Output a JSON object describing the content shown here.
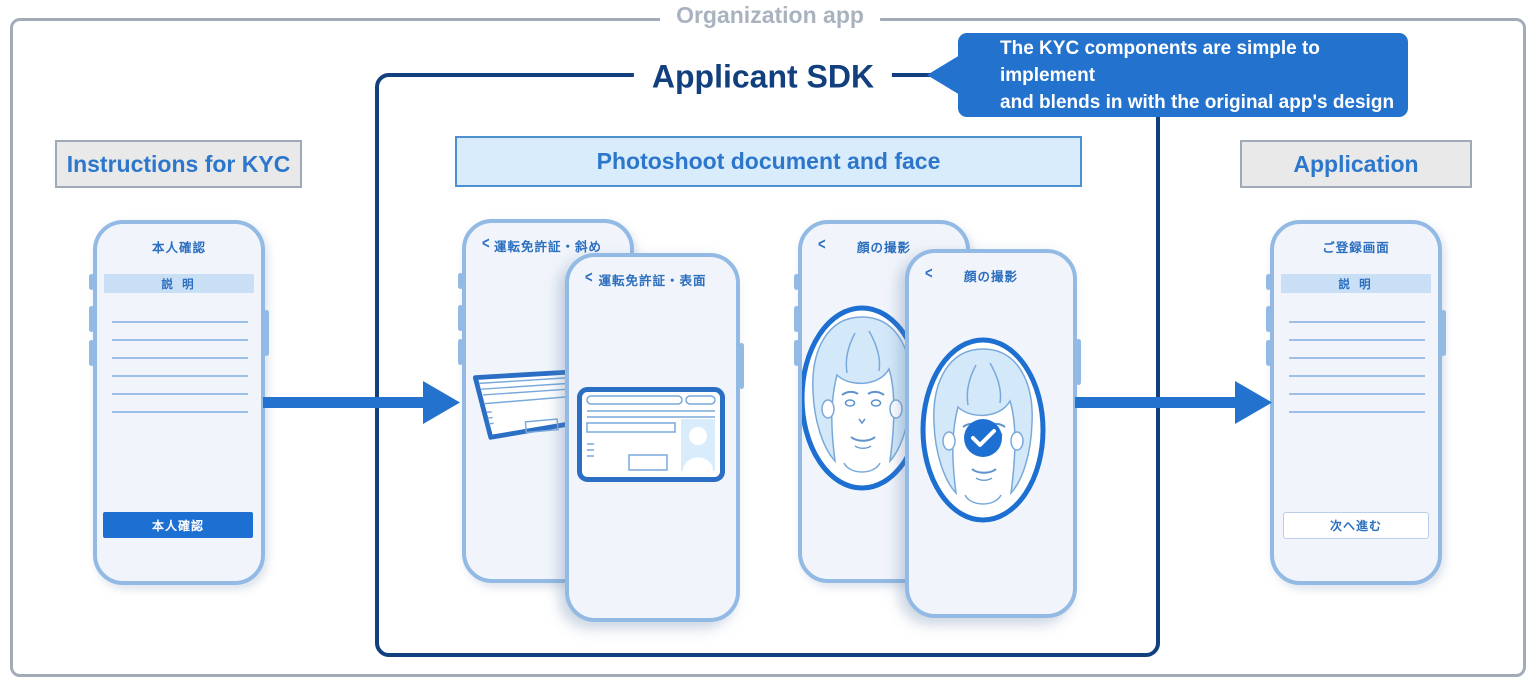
{
  "organization": {
    "label": "Organization app"
  },
  "sdk": {
    "label": "Applicant SDK",
    "callout_line1": "The KYC components are simple to implement",
    "callout_line2": "and blends in with the original app's design"
  },
  "sections": [
    {
      "label": "Instructions for KYC"
    },
    {
      "label": "Photoshoot document and face"
    },
    {
      "label": "Application"
    }
  ],
  "phones": {
    "kyc_instructions": {
      "title": "本人確認",
      "section_label": "説 明",
      "button_label": "本人確認"
    },
    "doc_angled": {
      "back_icon": "<",
      "title": "運転免許証・斜め"
    },
    "doc_front": {
      "back_icon": "<",
      "title": "運転免許証・表面"
    },
    "face_back": {
      "back_icon": "<",
      "title": "顔の撮影"
    },
    "face_front": {
      "back_icon": "<",
      "title": "顔の撮影"
    },
    "registration": {
      "title": "ご登録画面",
      "section_label": "説 明",
      "button_label": "次へ進む"
    }
  },
  "colors": {
    "accent_blue": "#2272CE",
    "navy": "#12407E",
    "section_text_blue": "#2C77CC",
    "phone_border": "#92BAE4",
    "phone_bg": "#F1F5FB",
    "banner_bg": "#C9DFF6",
    "gray_label_bg": "#E9E9E9",
    "light_blue_label_bg": "#D9ECFB",
    "frame_gray": "#A2ACB9"
  }
}
